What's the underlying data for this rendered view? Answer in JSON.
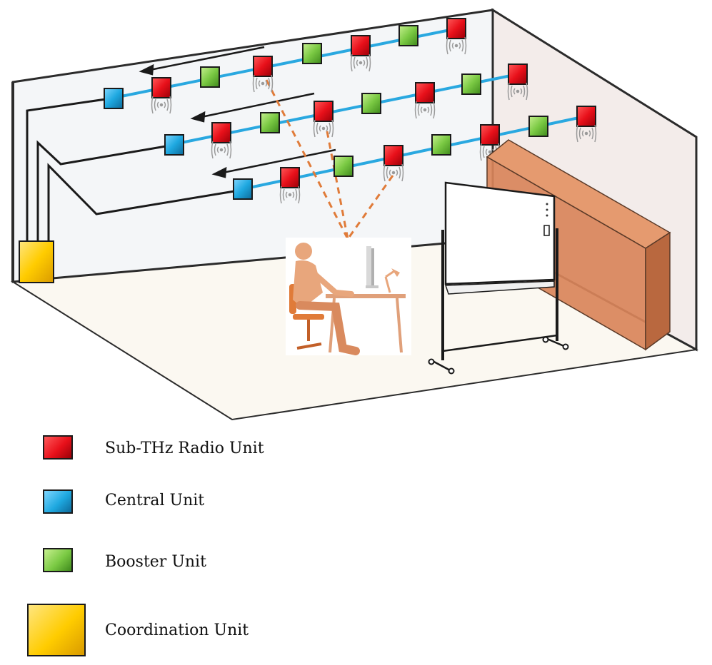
{
  "colors": {
    "radio": "#e8101a",
    "central": "#1ea8e0",
    "booster": "#7ac943",
    "coordination": "#ffcc00",
    "cable": "#29a8e0",
    "beam": "#e07b39",
    "cabinet": "#d9845a",
    "person": "#e8a67c"
  },
  "icons": [
    "radio-unit-icon",
    "central-unit-icon",
    "booster-unit-icon",
    "coordination-unit-icon",
    "signal-waves-icon",
    "person-at-desk-icon",
    "whiteboard-icon",
    "cabinet-icon"
  ],
  "legend": [
    {
      "key": "radio",
      "label": "Sub-THz Radio Unit"
    },
    {
      "key": "central",
      "label": "Central Unit"
    },
    {
      "key": "booster",
      "label": "Booster Unit"
    },
    {
      "key": "coordination",
      "label": "Coordination Unit"
    }
  ]
}
